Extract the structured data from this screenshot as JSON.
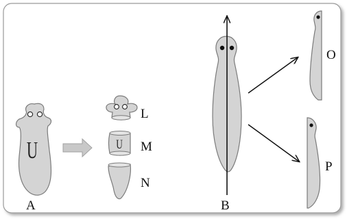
{
  "labels": {
    "a": "A",
    "b": "B",
    "l": "L",
    "m": "M",
    "n": "N",
    "o": "O",
    "p": "P"
  },
  "marks": {
    "body_mark": "U",
    "piece_mark": "U"
  },
  "colors": {
    "body_fill": "#d4d4d4",
    "outline": "#7a7a7a",
    "arrow": "#111111",
    "block_arrow": "#c8c8c8",
    "frame": "#9a9a9a"
  }
}
